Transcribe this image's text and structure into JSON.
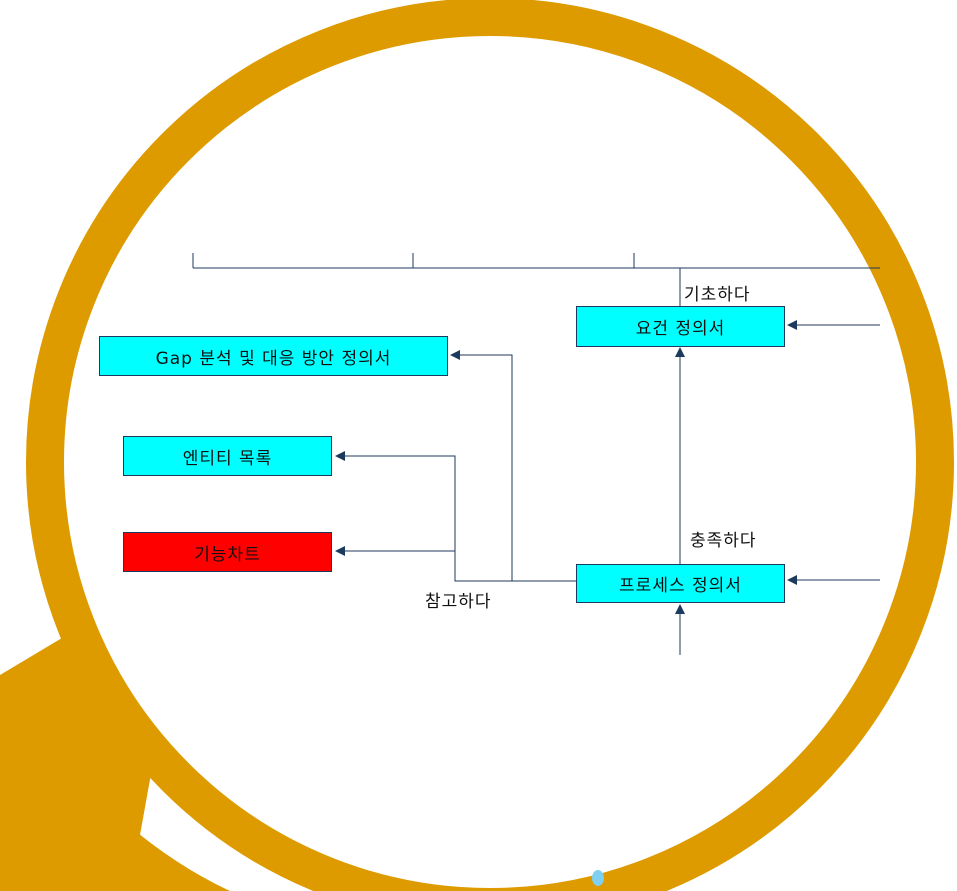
{
  "colors": {
    "magnifier_ring": "#dd9b00",
    "box_fill": "#00ffff",
    "highlight_fill": "#ff0000",
    "line": "#1c3a5e"
  },
  "nodes": {
    "requirements_spec": "요건 정의서",
    "gap_analysis": "Gap 분석 및 대응 방안 정의서",
    "entity_list": "엔티티 목록",
    "function_chart": "기능차트",
    "process_spec": "프로세스 정의서"
  },
  "edge_labels": {
    "based_on": "기초하다",
    "satisfies": "충족하다",
    "refers_to": "참고하다"
  }
}
